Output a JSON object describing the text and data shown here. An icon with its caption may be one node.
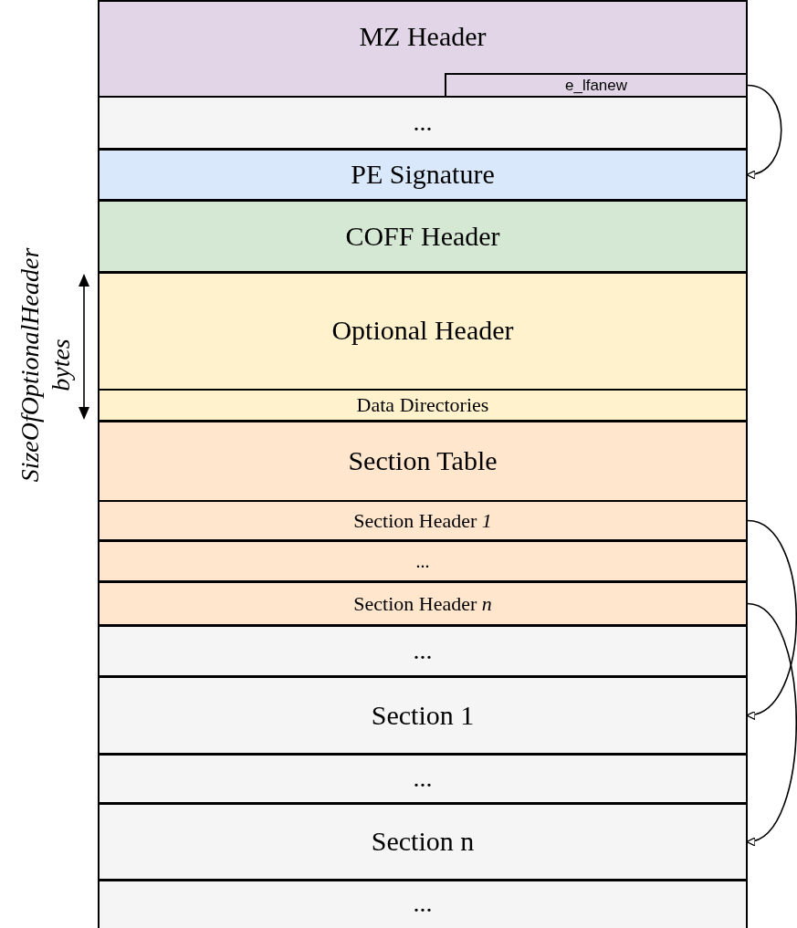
{
  "diagram": {
    "nodes": [
      {
        "text": [
          "MZ Header"
        ]
      },
      {
        "text": [
          "e_lfanew"
        ],
        "in": 0
      },
      {
        "text": [
          "..."
        ]
      },
      {
        "text": [
          "PE Signature"
        ]
      },
      {
        "text": [
          "COFF Header"
        ]
      },
      {
        "text": [
          "Optional Header"
        ]
      },
      {
        "text": [
          "Data Directories"
        ],
        "in": 5
      },
      {
        "text": [
          "Section Table"
        ]
      },
      {
        "text": [
          "Section Header *1*"
        ],
        "in": 7
      },
      {
        "text": [
          "..."
        ],
        "in": 7
      },
      {
        "text": [
          "Section Header *n*"
        ],
        "in": 7
      },
      {
        "text": [
          "..."
        ]
      },
      {
        "text": [
          "Section 1"
        ]
      },
      {
        "text": [
          "..."
        ]
      },
      {
        "text": [
          "Section n"
        ]
      },
      {
        "text": [
          "..."
        ]
      }
    ],
    "edges": [
      {
        "from": 1,
        "to": 3,
        "arrow": "to"
      },
      {
        "from": 8,
        "to": 12,
        "arrow": "to"
      },
      {
        "from": 10,
        "to": 14,
        "arrow": "to"
      }
    ],
    "labels": [
      "SizeOfOptionalHeader bytes"
    ]
  }
}
